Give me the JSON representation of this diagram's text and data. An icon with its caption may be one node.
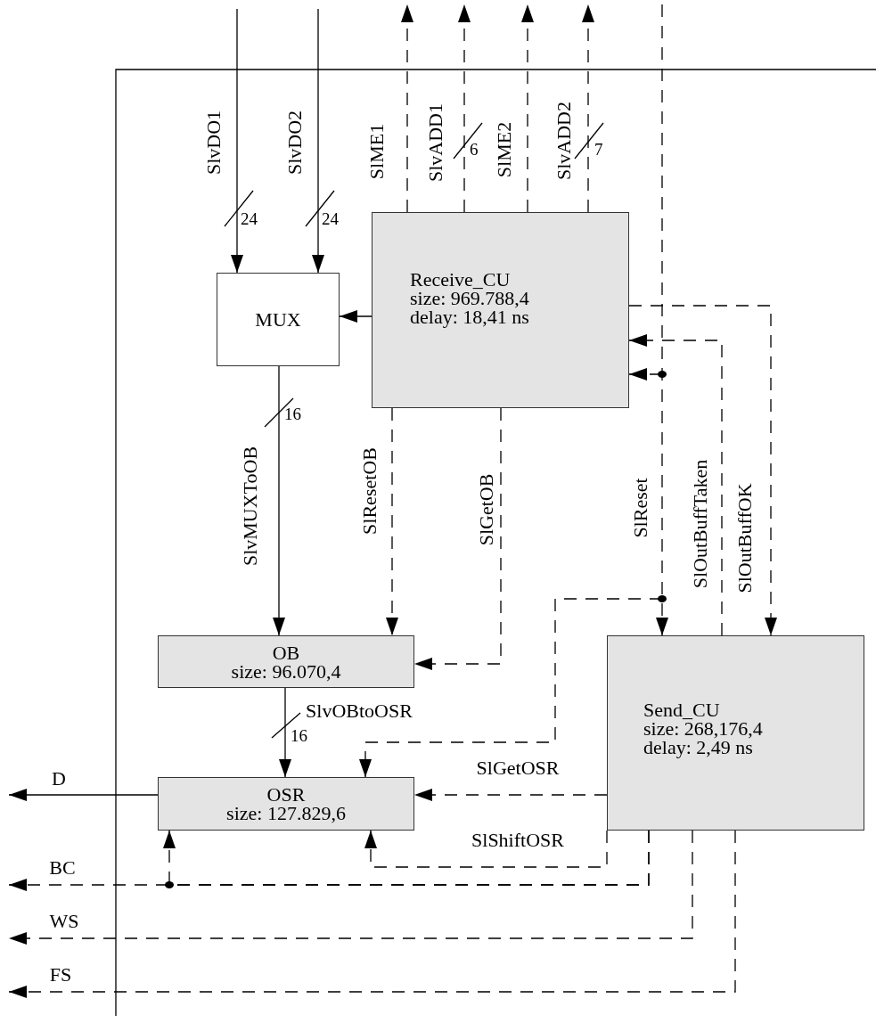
{
  "diagram": {
    "nodes": [
      {
        "text": [
          "MUX"
        ]
      },
      {
        "text": [
          "Receive_CU",
          "size: 969.788,4",
          "delay: 18,41 ns"
        ]
      },
      {
        "text": [
          "OB",
          "size: 96.070,4"
        ]
      },
      {
        "text": [
          "OSR",
          "size: 127.829,6"
        ]
      },
      {
        "text": [
          "Send_CU",
          "size: 268,176,4",
          "delay: 2,49 ns"
        ]
      }
    ],
    "edges": [
      {
        "from": null,
        "to": 0,
        "arrow": "to",
        "label": "SlvDO1"
      },
      {
        "from": null,
        "to": 0,
        "arrow": "to",
        "label": "SlvDO2"
      },
      {
        "from": 1,
        "to": null,
        "arrow": "to",
        "label": "SlME1",
        "style": "dashed"
      },
      {
        "from": 1,
        "to": null,
        "arrow": "to",
        "label": "SlvADD1",
        "style": "dashed"
      },
      {
        "from": 1,
        "to": null,
        "arrow": "to",
        "label": "SlME2",
        "style": "dashed"
      },
      {
        "from": 1,
        "to": null,
        "arrow": "to",
        "label": "SlvADD2",
        "style": "dashed"
      },
      {
        "from": null,
        "to": 4,
        "arrow": "to",
        "label": "SlReset",
        "style": "dashed"
      },
      {
        "from": null,
        "to": 1,
        "arrow": "to",
        "style": "dashed"
      },
      {
        "from": null,
        "to": 3,
        "arrow": "to",
        "style": "dashed"
      },
      {
        "from": 1,
        "to": 0,
        "arrow": "to"
      },
      {
        "from": 0,
        "to": 2,
        "arrow": "to",
        "label": "SlvMUXToOB"
      },
      {
        "from": 1,
        "to": 2,
        "arrow": "to",
        "label": "SlResetOB",
        "style": "dashed"
      },
      {
        "from": 1,
        "to": 2,
        "arrow": "to",
        "label": "SlGetOB",
        "style": "dashed"
      },
      {
        "from": 1,
        "to": 4,
        "arrow": "to",
        "label": "SlOutBuffOK",
        "style": "dashed"
      },
      {
        "from": 4,
        "to": 1,
        "arrow": "to",
        "label": "SlOutBuffTaken",
        "style": "dashed"
      },
      {
        "from": 2,
        "to": 3,
        "arrow": "to",
        "label": "SlvOBtoOSR"
      },
      {
        "from": 4,
        "to": 3,
        "arrow": "to",
        "label": "SlGetOSR",
        "style": "dashed"
      },
      {
        "from": 4,
        "to": 3,
        "arrow": "to",
        "label": "SlShiftOSR",
        "style": "dashed"
      },
      {
        "from": 4,
        "to": null,
        "arrow": "to",
        "label": "BC",
        "style": "dashed"
      },
      {
        "from": 4,
        "to": 3,
        "arrow": "to",
        "style": "dashed"
      },
      {
        "from": 4,
        "to": null,
        "arrow": "to",
        "label": "WS",
        "style": "dashed"
      },
      {
        "from": 4,
        "to": null,
        "arrow": "to",
        "label": "FS",
        "style": "dashed"
      },
      {
        "from": 3,
        "to": null,
        "arrow": "to",
        "label": "D"
      }
    ],
    "labels": [
      "24",
      "24",
      "6",
      "7",
      "16",
      "16"
    ]
  }
}
